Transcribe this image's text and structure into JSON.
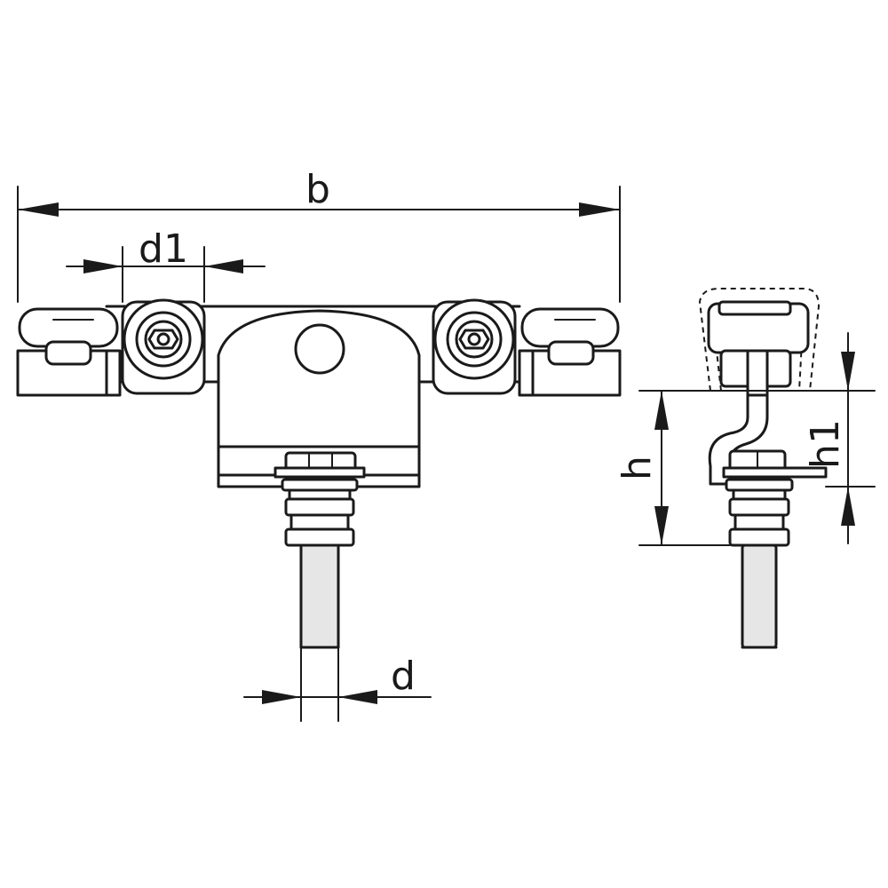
{
  "dimensions": {
    "b": "b",
    "d1": "d1",
    "d": "d",
    "h": "h",
    "h1": "h1"
  },
  "colors": {
    "line": "#1a1a1a",
    "background": "#ffffff",
    "shade": "#e6e6e6"
  }
}
